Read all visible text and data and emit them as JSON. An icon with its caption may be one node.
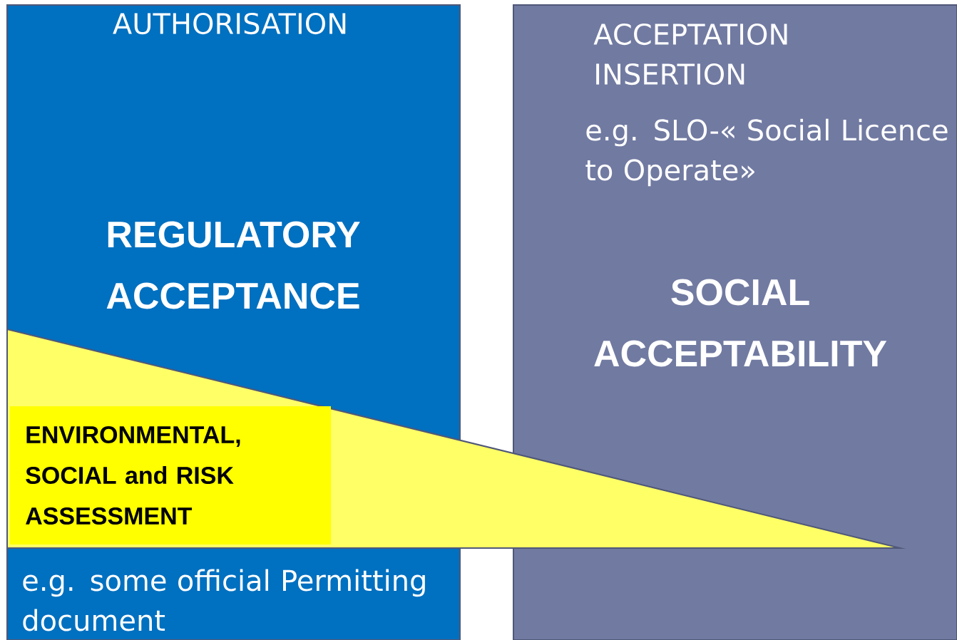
{
  "diagram": {
    "nodes": [
      {
        "text": [
          "AUTHORISATION",
          "REGULATORY ACCEPTANCE",
          "e.g. some official Permitting document"
        ]
      },
      {
        "text": [
          "ACCEPTATION INSERTION",
          "e.g. SLO-« Social Licence to Operate»",
          "SOCIAL ACCEPTABILITY"
        ]
      },
      {
        "text": [],
        "shape": "triangle"
      },
      {
        "text": [
          "ENVIRONMENTAL, SOCIAL and RISK ASSESSMENT"
        ]
      }
    ]
  }
}
